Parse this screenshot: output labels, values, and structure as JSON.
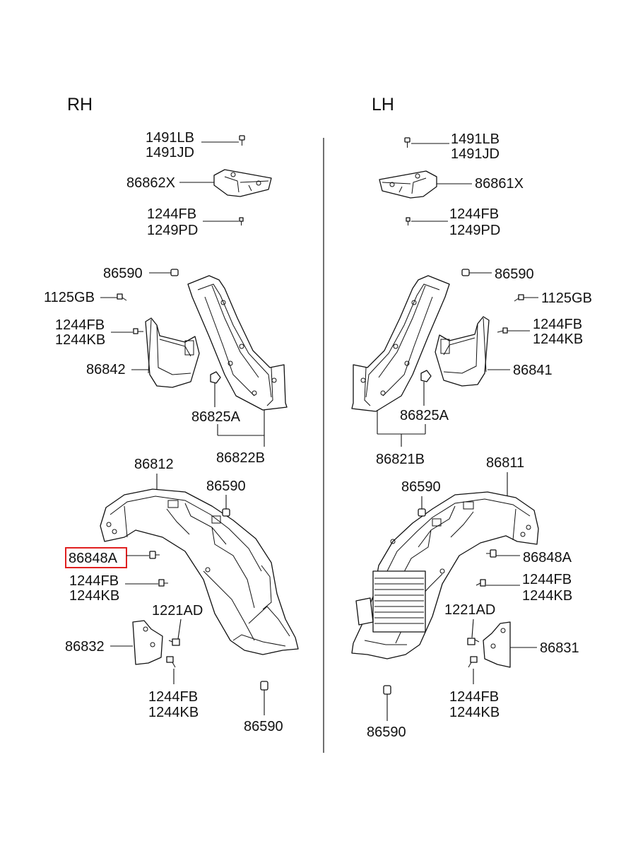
{
  "sides": {
    "rh": "RH",
    "lh": "LH"
  },
  "colors": {
    "highlight": "#e02020",
    "ink": "#111111"
  },
  "rh": {
    "bolt_1491": [
      "1491LB",
      "1491JD"
    ],
    "bracket": "86862X",
    "bolt_1244_top": [
      "1244FB",
      "1249PD"
    ],
    "clip_86590_top": "86590",
    "screw_1125": "1125GB",
    "bolt_1244_mid": [
      "1244FB",
      "1244KB"
    ],
    "mudflap": "86842",
    "clip_86825": "86825A",
    "liner_rear": "86822B",
    "guard": "86812",
    "clip_86590_mid": "86590",
    "bolt_86848": "86848A",
    "bolt_1244_low": [
      "1244FB",
      "1244KB"
    ],
    "nut_1221": "1221AD",
    "plate": "86832",
    "bolt_1244_bottom": [
      "1244FB",
      "1244KB"
    ],
    "clip_86590_bottom": "86590"
  },
  "lh": {
    "bolt_1491": [
      "1491LB",
      "1491JD"
    ],
    "bracket": "86861X",
    "bolt_1244_top": [
      "1244FB",
      "1249PD"
    ],
    "clip_86590_top": "86590",
    "screw_1125": "1125GB",
    "bolt_1244_mid": [
      "1244FB",
      "1244KB"
    ],
    "mudflap": "86841",
    "clip_86825": "86825A",
    "liner_rear": "86821B",
    "guard": "86811",
    "clip_86590_mid": "86590",
    "bolt_86848": "86848A",
    "bolt_1244_low": [
      "1244FB",
      "1244KB"
    ],
    "nut_1221": "1221AD",
    "plate": "86831",
    "bolt_1244_bottom": [
      "1244FB",
      "1244KB"
    ],
    "clip_86590_bottom": "86590"
  },
  "highlighted_part": "86848A"
}
